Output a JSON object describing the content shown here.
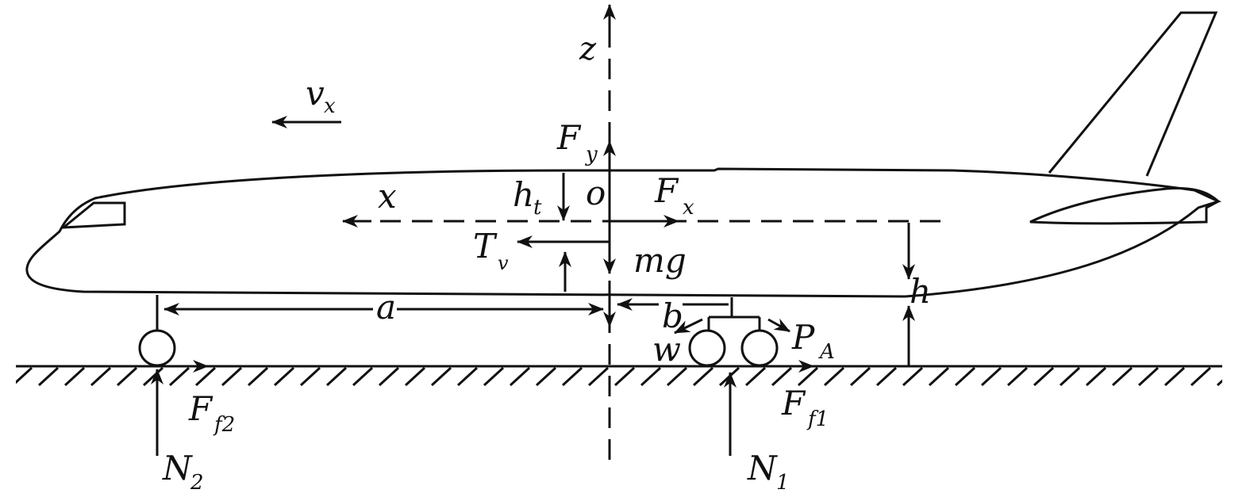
{
  "diagram": {
    "labels": {
      "z": "z",
      "vx_main": "v",
      "vx_sub": "x",
      "Fy_main": "F",
      "Fy_sub": "y",
      "x": "x",
      "ht_main": "h",
      "ht_sub": "t",
      "o": "o",
      "Fx_main": "F",
      "Fx_sub": "x",
      "Tv_main": "T",
      "Tv_sub": "v",
      "mg": "mg",
      "h": "h",
      "a": "a",
      "b": "b",
      "w": "w",
      "PA_main": "P",
      "PA_sub": "A",
      "Ff2_main": "F",
      "Ff2_sub": "f2",
      "Ff1_main": "F",
      "Ff1_sub": "f1",
      "N2_main": "N",
      "N2_sub": "2",
      "N1_main": "N",
      "N1_sub": "1"
    }
  }
}
